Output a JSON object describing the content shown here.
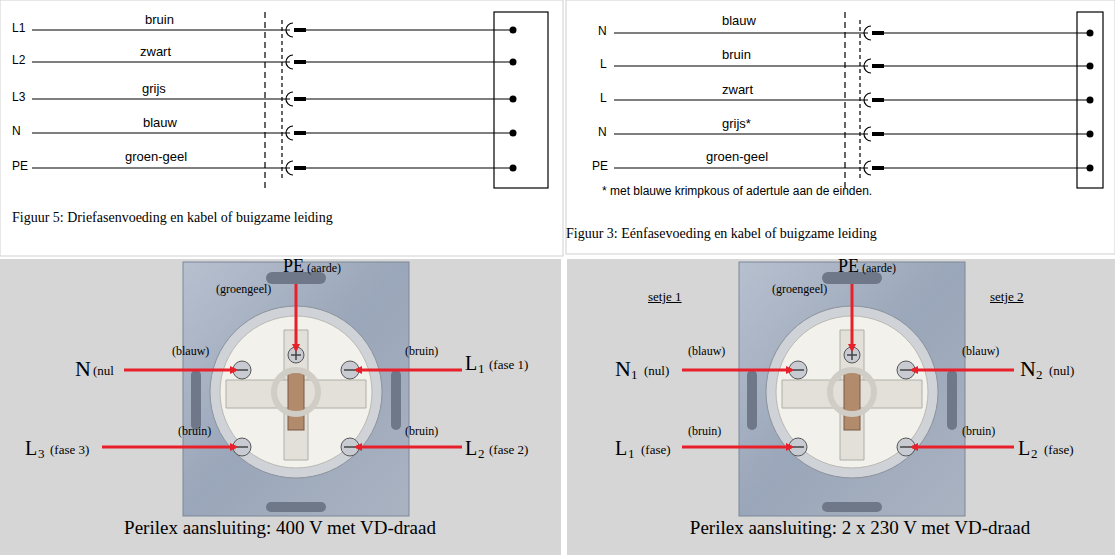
{
  "diagram": {
    "labels": [
      "L1",
      "L2",
      "L3",
      "N",
      "PE",
      "bruin",
      "zwart",
      "grijs",
      "blauw",
      "groen-geel",
      "Figuur 5: Driefasenvoeding en kabel of buigzame leiding",
      "N",
      "L",
      "L",
      "N",
      "PE",
      "blauw",
      "bruin",
      "zwart",
      "grijs*",
      "groen-geel",
      "* met blauwe krimpkous of adertule aan de einden.",
      "Figuur 3: Eénfasevoeding en kabel of buigzame leiding",
      "PE",
      "(aarde)",
      "(groengeel)",
      "N",
      "(nul",
      "(blauw)",
      "(bruin)",
      "L",
      "1",
      "(fase 1)",
      "L",
      "3",
      "(fase 3)",
      "(bruin)",
      "(bruin)",
      "L",
      "2",
      "(fase 2)",
      "Perilex aansluiting: 400 V met VD-draad",
      "setje 1",
      "setje 2",
      "PE",
      "(aarde)",
      "(groengeel)",
      "N",
      "1",
      "(nul)",
      "(blauw)",
      "(blauw)",
      "N",
      "2",
      "(nul)",
      "L",
      "1",
      "(fase)",
      "(bruin)",
      "(bruin)",
      "L",
      "2",
      "(fase)",
      "Perilex aansluiting: 2 x 230 V met VD-draad"
    ]
  }
}
